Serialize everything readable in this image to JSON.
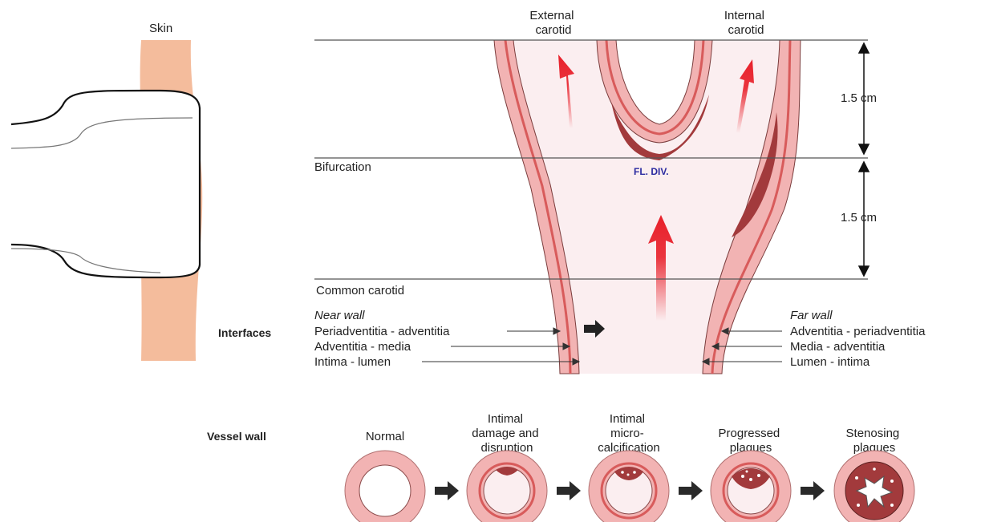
{
  "labels": {
    "skin": "Skin",
    "external_carotid": [
      "External",
      "carotid"
    ],
    "internal_carotid": [
      "Internal",
      "carotid"
    ],
    "distance_upper": "1.5 cm",
    "distance_lower": "1.5 cm",
    "bifurcation": "Bifurcation",
    "fl_div": "FL. DIV.",
    "common_carotid": "Common carotid",
    "interfaces": "Interfaces",
    "near_wall": {
      "title": "Near wall",
      "items": [
        "Periadventitia - adventitia",
        "Adventitia - media",
        "Intima - lumen"
      ]
    },
    "far_wall": {
      "title": "Far wall",
      "items": [
        "Adventitia - periadventitia",
        "Media - adventitia",
        "Lumen - intima"
      ]
    }
  },
  "vessel_wall": {
    "title": "Vessel wall",
    "stages": [
      {
        "lines": [
          "Normal"
        ],
        "icon": "normal-wall-cross-section"
      },
      {
        "lines": [
          "Intimal",
          "damage and",
          "disruption"
        ],
        "icon": "intimal-damage-cross-section"
      },
      {
        "lines": [
          "Intimal",
          "micro-",
          "calcification"
        ],
        "icon": "microcalcification-cross-section"
      },
      {
        "lines": [
          "Progressed",
          "plaques"
        ],
        "icon": "progressed-plaque-cross-section"
      },
      {
        "lines": [
          "Stenosing",
          "plaques"
        ],
        "icon": "stenosing-plaque-cross-section"
      }
    ]
  },
  "colors": {
    "skin": "#f4bc9c",
    "vessel_outer": "#f2b3b3",
    "vessel_media": "#d85b5b",
    "lumen": "#fbeef0",
    "plaque": "#a23a3c",
    "flow_arrow": "#e8202a",
    "dim_line": "#555555"
  }
}
